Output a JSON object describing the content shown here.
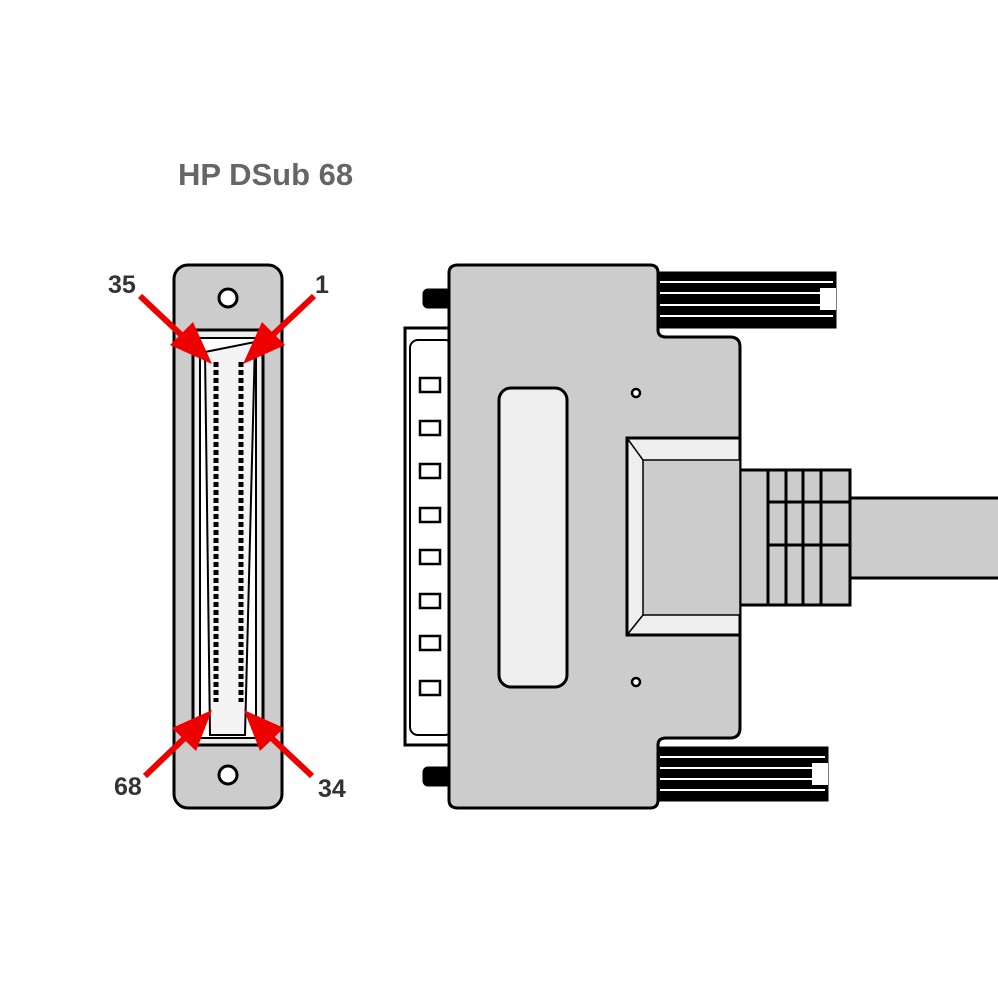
{
  "title": "HP DSub 68",
  "pin_labels": {
    "top_left": "35",
    "top_right": "1",
    "bottom_left": "68",
    "bottom_right": "34"
  },
  "colors": {
    "body": "#cccccc",
    "arrow": "#ee0000",
    "title": "#666666"
  }
}
